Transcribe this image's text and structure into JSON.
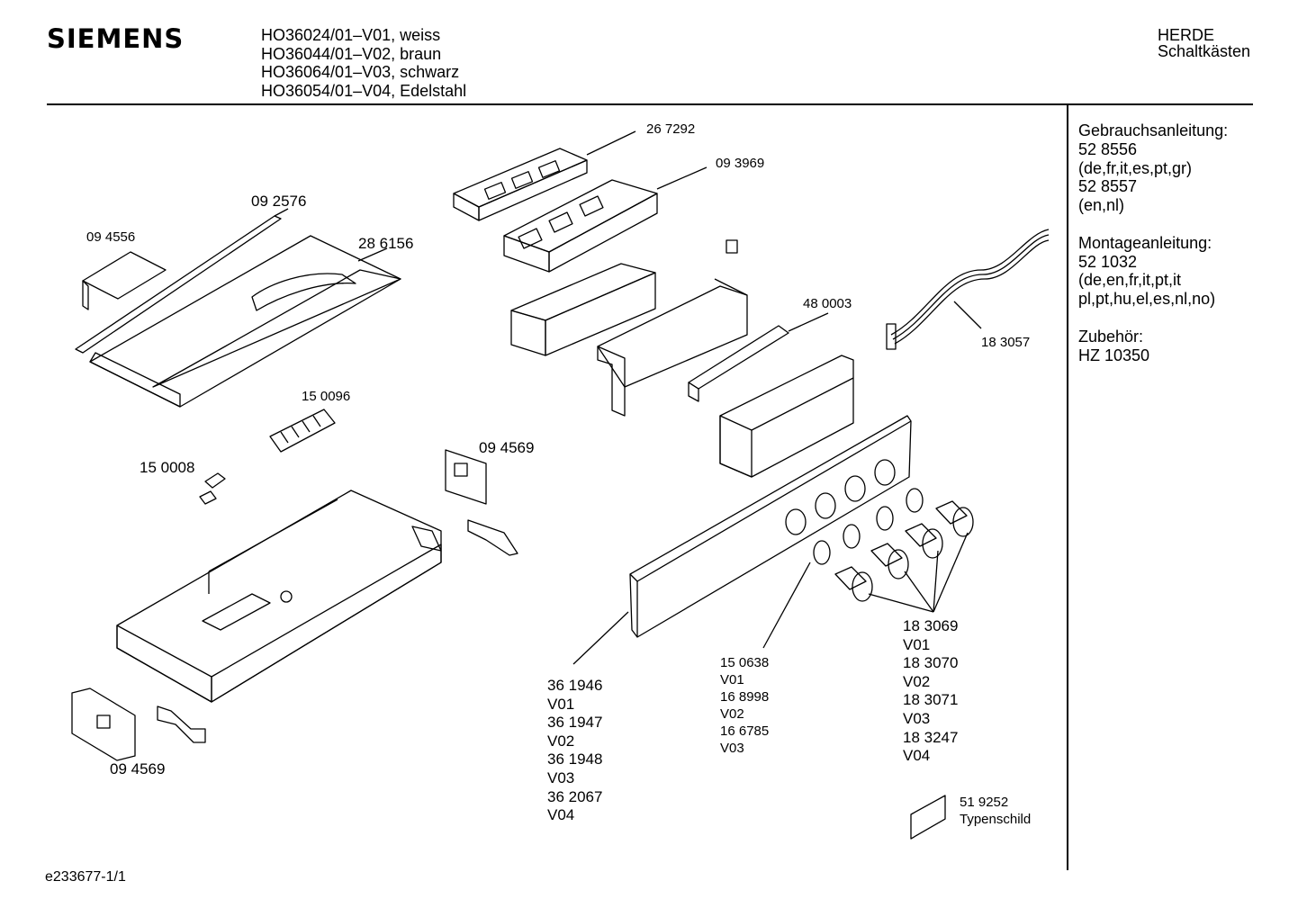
{
  "header": {
    "brand": "SIEMENS",
    "models": [
      "HO36024/01–V01, weiss",
      "HO36044/01–V02, braun",
      "HO36064/01–V03, schwarz",
      "HO36054/01–V04, Edelstahl"
    ],
    "category": "HERDE",
    "subcategory": "Schaltkästen"
  },
  "sidebar": {
    "groups": [
      {
        "title": "Gebrauchsanleitung:",
        "lines": [
          "52 8556",
          "(de,fr,it,es,pt,gr)",
          "52 8557",
          "(en,nl)"
        ]
      },
      {
        "title": "Montageanleitung:",
        "lines": [
          "52 1032",
          "(de,en,fr,it,pt,it",
          "pl,pt,hu,el,es,nl,no)"
        ]
      },
      {
        "title": "Zubehör:",
        "lines": [
          "HZ 10350"
        ]
      }
    ]
  },
  "parts": {
    "p267292": "26 7292",
    "p093969": "09 3969",
    "p092576": "09 2576",
    "p094556": "09 4556",
    "p286156": "28 6156",
    "p480003": "48 0003",
    "p183057": "18 3057",
    "p150096": "15 0096",
    "p094569a": "09 4569",
    "p150008": "15 0008",
    "p094569b": "09 4569",
    "p361946": [
      "36 1946",
      "V01",
      "36 1947",
      "V02",
      "36 1948",
      "V03",
      "36 2067",
      "V04"
    ],
    "p150638": [
      "15 0638",
      "V01",
      "16 8998",
      "V02",
      "16 6785",
      "V03"
    ],
    "p183069": [
      "18 3069",
      "V01",
      "18 3070",
      "V02",
      "18 3071",
      "V03",
      "18 3247",
      "V04"
    ],
    "typeplate": [
      "51 9252",
      "Typenschild"
    ]
  },
  "footer": {
    "code": "e233677-1/1"
  }
}
